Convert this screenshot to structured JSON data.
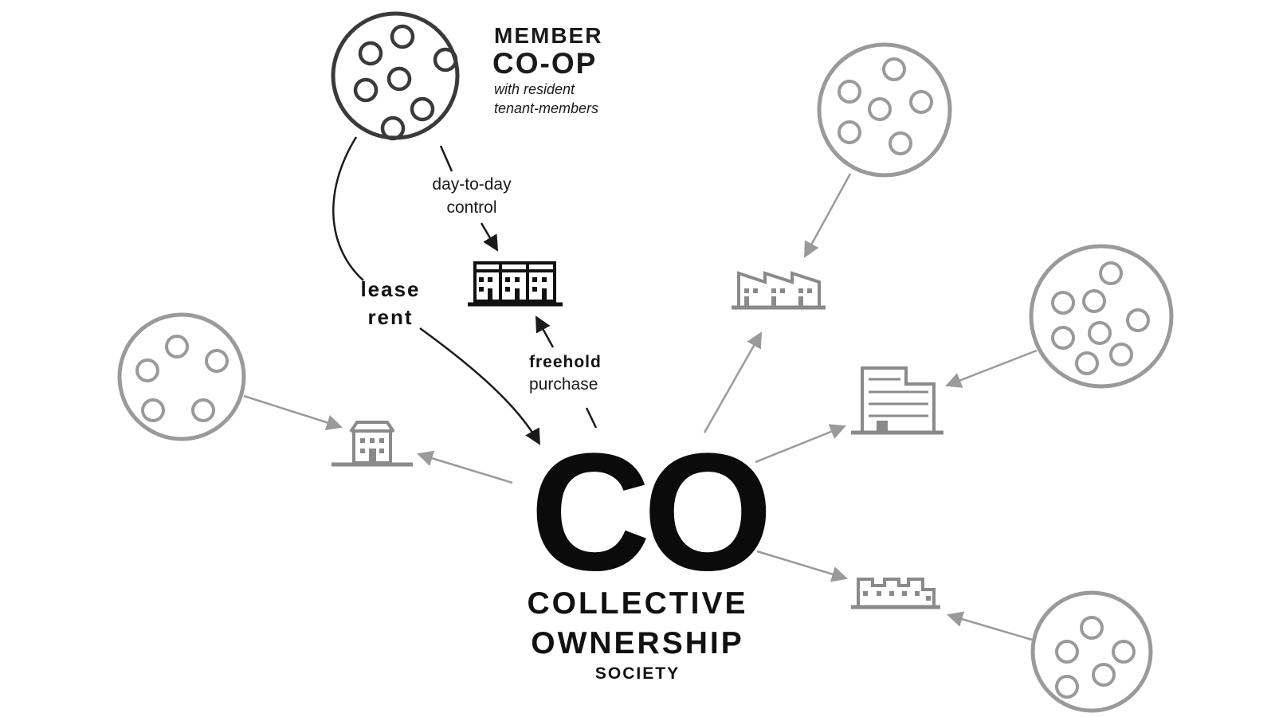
{
  "member_coop": {
    "title_line1": "MEMBER",
    "title_line2": "CO-OP",
    "subtitle_line1": "with resident",
    "subtitle_line2": "tenant-members"
  },
  "labels": {
    "control_line1": "day-to-day",
    "control_line2": "control",
    "lease_line1": "lease",
    "lease_line2": "rent",
    "freehold_line1": "freehold",
    "freehold_line2": "purchase"
  },
  "society": {
    "mark": "CO",
    "name_line1": "COLLECTIVE",
    "name_line2": "OWNERSHIP",
    "name_line3": "SOCIETY"
  },
  "colors": {
    "primary": "#1a1a1a",
    "faded": "#9a9a9a",
    "background": "#ffffff"
  },
  "icons": [
    "terraced-houses-icon",
    "house-icon",
    "factory-icon",
    "office-building-icon",
    "townhouses-icon"
  ]
}
